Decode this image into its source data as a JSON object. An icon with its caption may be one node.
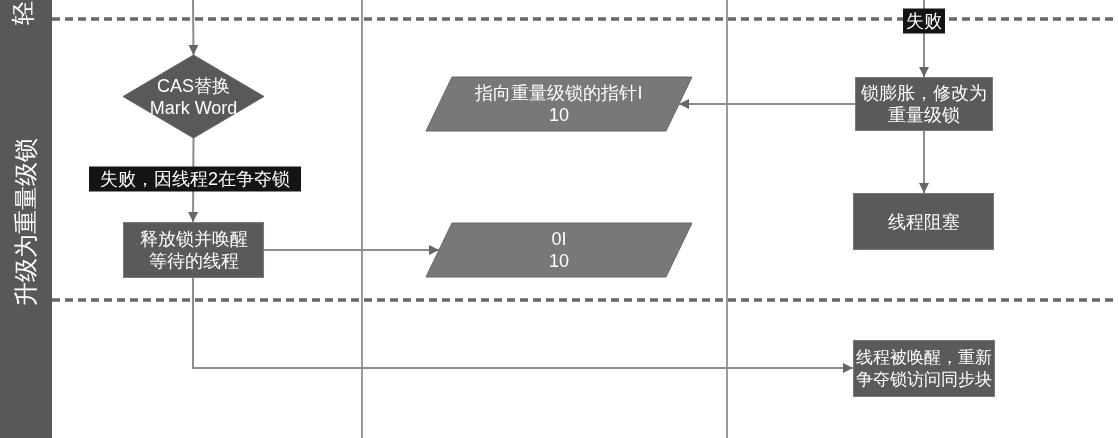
{
  "diagram": {
    "nodes": [
      {
        "text": [
          "CAS替换 Mark Word"
        ]
      },
      {
        "text": [
          "指向重量级锁的指针I",
          "10"
        ]
      },
      {
        "text": [
          "锁膨胀，修改为重量级锁"
        ]
      },
      {
        "text": [
          "释放锁并唤醒等待的线程"
        ]
      },
      {
        "text": [
          "0I",
          "10"
        ]
      },
      {
        "text": [
          "线程阻塞"
        ]
      },
      {
        "text": [
          "线程被唤醒，重新争夺锁访问同步块"
        ]
      }
    ],
    "edges": [
      {
        "from": null,
        "to": 0,
        "arrow": "to"
      },
      {
        "from": 0,
        "to": 3,
        "arrow": "to",
        "label": "失败，因线程2在争夺锁"
      },
      {
        "from": 3,
        "to": 4,
        "arrow": "to"
      },
      {
        "from": 3,
        "to": 6,
        "arrow": "to"
      },
      {
        "from": null,
        "to": 2,
        "arrow": "to",
        "label": "失败"
      },
      {
        "from": 2,
        "to": 1,
        "arrow": "to"
      },
      {
        "from": 2,
        "to": 5,
        "arrow": "to"
      }
    ],
    "labels": [
      "轻",
      "升级为重量级锁"
    ]
  }
}
